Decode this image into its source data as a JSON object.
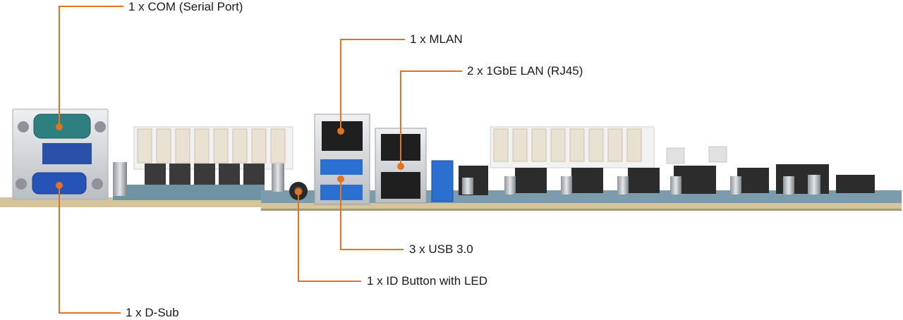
{
  "callouts": {
    "com": "1 x COM (Serial Port)",
    "mlan": "1 x MLAN",
    "lan": "2 x 1GbE LAN (RJ45)",
    "usb": "3 x USB 3.0",
    "id_button": "1 x ID Button with LED",
    "dsub": "1 x D-Sub"
  },
  "colors": {
    "leader_line": "#e2731f",
    "pcb": "#d9c8a0",
    "bracket": "#cfd3d6",
    "usb_blue": "#2b6fd0",
    "com_teal": "#2f7f80",
    "vga_blue": "#2553b8"
  }
}
